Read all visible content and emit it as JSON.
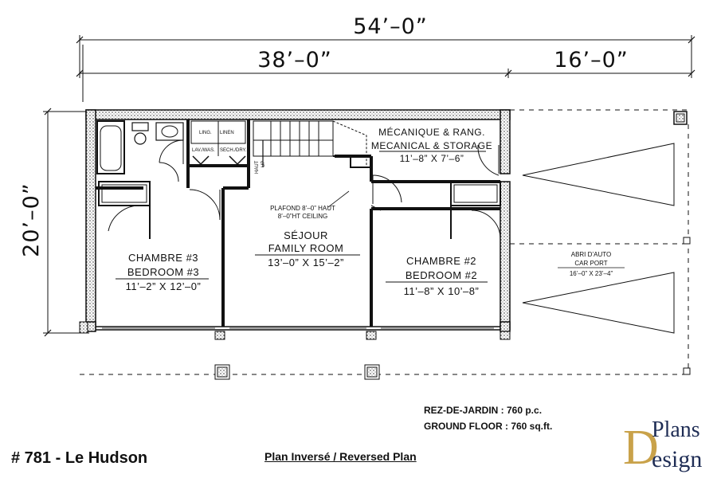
{
  "dimensions": {
    "overall_width": "54’–0”",
    "main_width": "38’–0”",
    "carport_width": "16’–0”",
    "depth": "20’–0”"
  },
  "rooms": {
    "bedroom3": {
      "fr": "CHAMBRE #3",
      "en": "BEDROOM #3",
      "size": "11’–2” X 12’–0”"
    },
    "family": {
      "fr": "SÉJOUR",
      "en": "FAMILY ROOM",
      "size": "13’–0” X 15’–2”",
      "ceiling_fr": "PLAFOND 8’–0” HAUT",
      "ceiling_en": "8’–0”HT CEILING"
    },
    "bedroom2": {
      "fr": "CHAMBRE #2",
      "en": "BEDROOM #2",
      "size": "11’–8” X 10’–8”"
    },
    "mech": {
      "fr": "MÉCANIQUE & RANG.",
      "en": "MECANICAL & STORAGE",
      "size": "11’–8” X 7’–6”"
    },
    "carport": {
      "fr": "ABRI D’AUTO",
      "en": "CAR PORT",
      "size": "16’–0” X 23’–4”"
    },
    "laundry": {
      "linen1": "LING.",
      "linen2": "LINEN",
      "washer": "LAV./WAS.",
      "dryer": "SECH./DRY."
    },
    "stair": {
      "haut": "HAUT",
      "up": "UP"
    }
  },
  "area": {
    "line1": "REZ-DE-JARDIN : 760 p.c.",
    "line2": "GROUND FLOOR : 760 sq.ft."
  },
  "plan_number": "# 781 - Le Hudson",
  "reversed": "Plan Inversé / Reversed Plan",
  "logo": {
    "word1": "Plans",
    "word2": "esign",
    "initial_d": "D",
    "colors": {
      "gold": "#c9a24a",
      "navy": "#1f2d55"
    }
  }
}
